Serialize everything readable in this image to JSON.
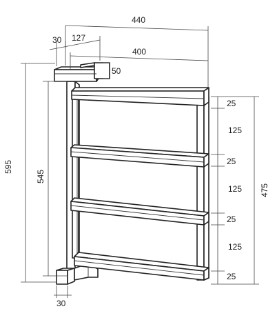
{
  "dimensions": {
    "overall_width": "440",
    "wall_offset": "30",
    "bracket_depth": "127",
    "inner_width": "400",
    "bracket_height": "50",
    "total_height": "595",
    "post_height": "545",
    "bottom_offset": "30",
    "frame_height": "475",
    "bar_heights": [
      "25",
      "25",
      "25",
      "25"
    ],
    "gap_heights": [
      "125",
      "125",
      "125"
    ]
  }
}
